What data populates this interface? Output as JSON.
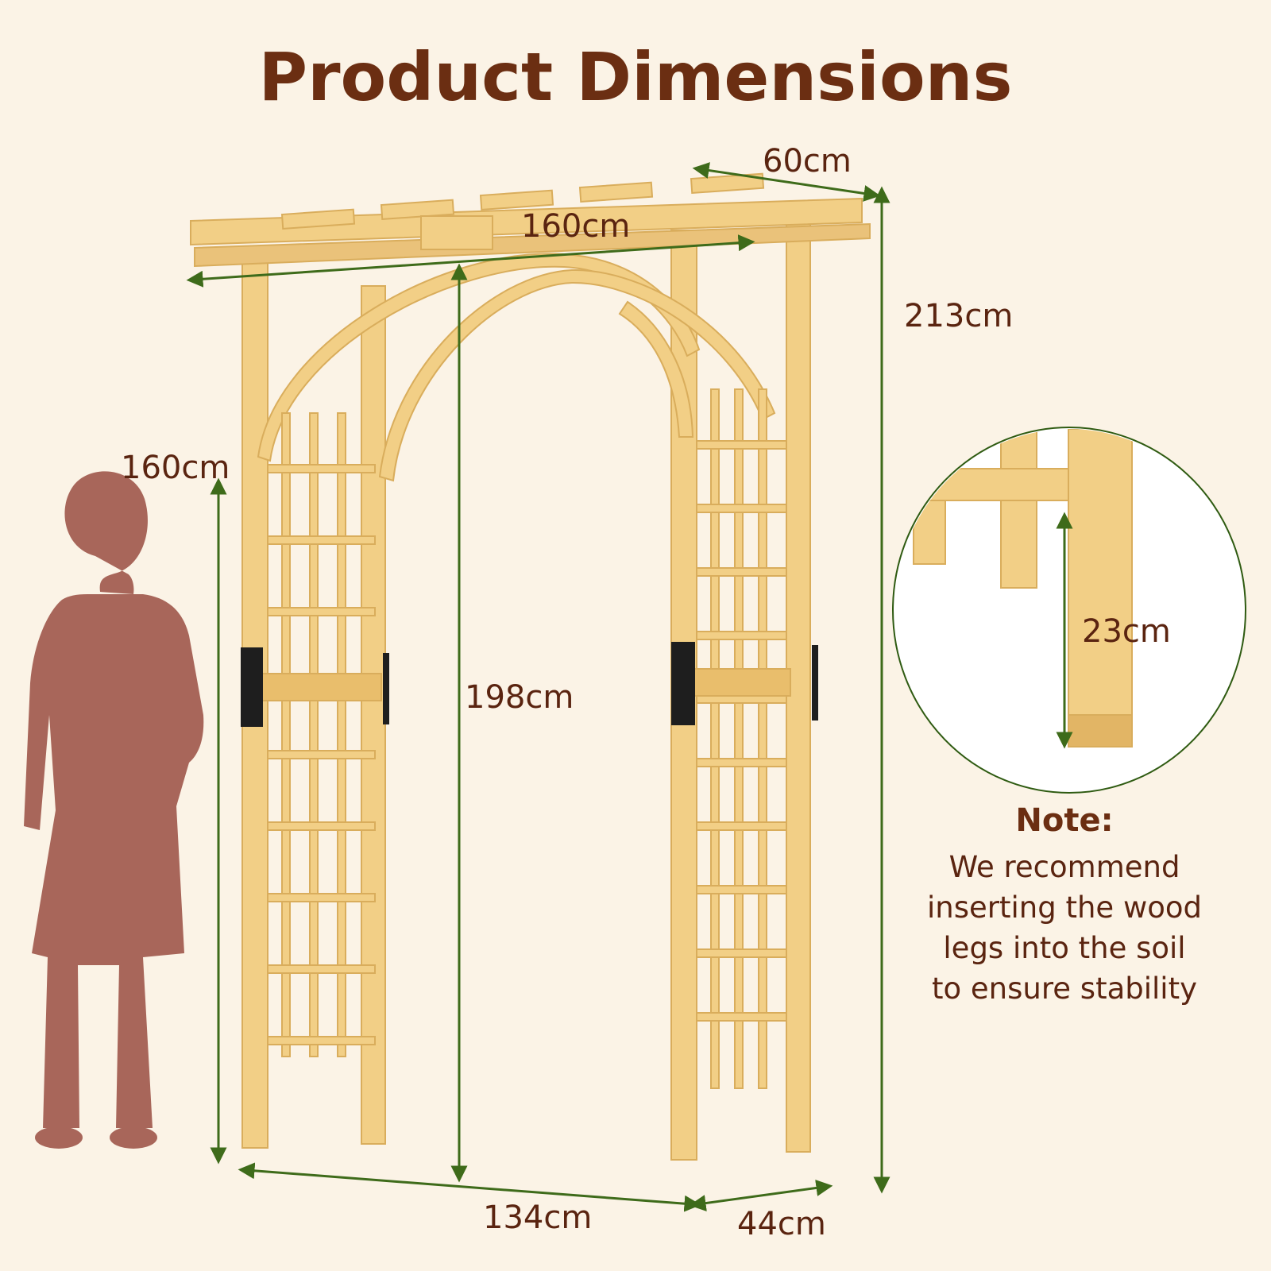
{
  "title": "Product Dimensions",
  "dimensions": {
    "top_depth": "60cm",
    "top_width": "160cm",
    "total_height": "213cm",
    "person_height": "160cm",
    "inner_height": "198cm",
    "leg_insert": "23cm",
    "base_width": "134cm",
    "base_depth": "44cm"
  },
  "note": {
    "title": "Note:",
    "lines": [
      "We recommend",
      "inserting the wood",
      "legs into the soil",
      "to ensure stability"
    ]
  },
  "colors": {
    "background": "#fbf3e6",
    "title": "#6b2e12",
    "text": "#5a2410",
    "dimension_line": "#3e6b1a",
    "wood": "#f2cf86",
    "wood_shadow": "#d9ad5c",
    "person": "#a8665a",
    "bracket": "#1e1e1e"
  }
}
